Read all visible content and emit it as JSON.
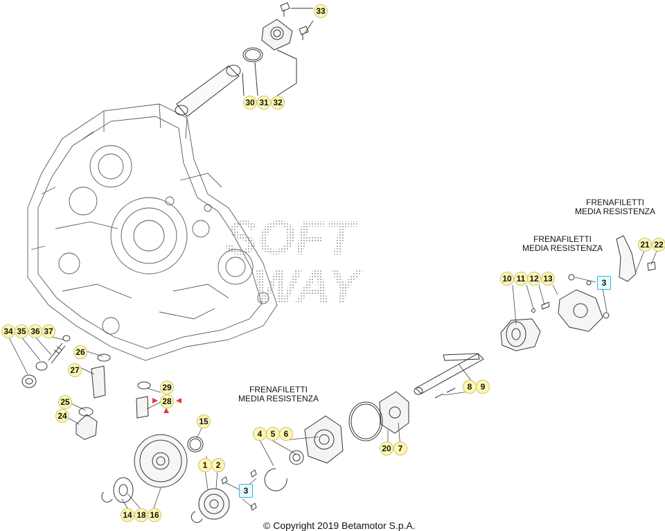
{
  "diagram": {
    "notes": [
      {
        "line1": "FRENAFILETTI",
        "line2": "MEDIA RESISTENZA"
      },
      {
        "line1": "FRENAFILETTI",
        "line2": "MEDIA RESISTENZA"
      },
      {
        "line1": "FRENAFILETTI",
        "line2": "MEDIA RESISTENZA"
      }
    ],
    "watermark": {
      "line1": "SOFT",
      "line2": "WAY"
    },
    "copyright": "© Copyright 2019 Betamotor S.p.A.",
    "labels": [
      {
        "text": "33",
        "style": "yellow"
      },
      {
        "text": "30",
        "style": "yellow"
      },
      {
        "text": "31",
        "style": "yellow"
      },
      {
        "text": "32",
        "style": "yellow"
      },
      {
        "text": "21",
        "style": "yellow"
      },
      {
        "text": "22",
        "style": "yellow"
      },
      {
        "text": "10",
        "style": "yellow"
      },
      {
        "text": "11",
        "style": "yellow"
      },
      {
        "text": "12",
        "style": "yellow"
      },
      {
        "text": "13",
        "style": "yellow"
      },
      {
        "text": "3",
        "style": "cyan"
      },
      {
        "text": "34",
        "style": "yellow"
      },
      {
        "text": "35",
        "style": "yellow"
      },
      {
        "text": "36",
        "style": "yellow"
      },
      {
        "text": "37",
        "style": "yellow"
      },
      {
        "text": "26",
        "style": "yellow"
      },
      {
        "text": "27",
        "style": "yellow"
      },
      {
        "text": "29",
        "style": "yellow"
      },
      {
        "text": "28",
        "style": "yellow"
      },
      {
        "text": "25",
        "style": "yellow"
      },
      {
        "text": "24",
        "style": "yellow"
      },
      {
        "text": "8",
        "style": "yellow"
      },
      {
        "text": "9",
        "style": "yellow"
      },
      {
        "text": "15",
        "style": "yellow"
      },
      {
        "text": "4",
        "style": "yellow"
      },
      {
        "text": "5",
        "style": "yellow"
      },
      {
        "text": "6",
        "style": "yellow"
      },
      {
        "text": "20",
        "style": "yellow"
      },
      {
        "text": "7",
        "style": "yellow"
      },
      {
        "text": "1",
        "style": "yellow"
      },
      {
        "text": "2",
        "style": "yellow"
      },
      {
        "text": "3",
        "style": "cyan"
      },
      {
        "text": "14",
        "style": "yellow"
      },
      {
        "text": "18",
        "style": "yellow"
      },
      {
        "text": "16",
        "style": "yellow"
      }
    ]
  }
}
